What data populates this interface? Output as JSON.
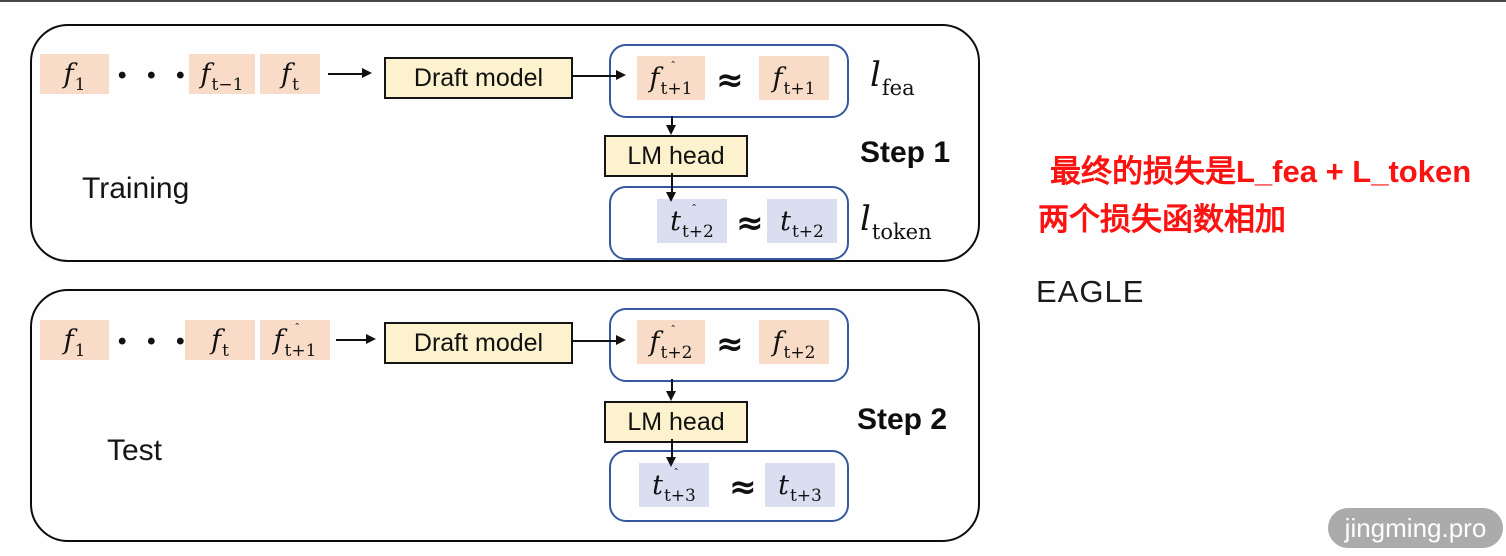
{
  "glyphs": {
    "hat": "ˆ",
    "approx": "≈",
    "dots": "• • •"
  },
  "colors": {
    "compare_box_border": "#35599e",
    "feature_chip": "#f8dcc7",
    "token_chip": "#d9dff0",
    "process_box": "#fcf2cd",
    "note_red": "#fa1310",
    "watermark_gray": "#ababab"
  },
  "training": {
    "label": "Training",
    "step": "Step 1",
    "inputs": [
      {
        "base": "f",
        "sub": "1"
      },
      {
        "base": "f",
        "sub": "t−1"
      },
      {
        "base": "f",
        "sub": "t"
      }
    ],
    "draft_model": "Draft model",
    "lm_head": "LM head",
    "feature": {
      "pred": {
        "base": "f",
        "sub": "t+1"
      },
      "target": {
        "base": "f",
        "sub": "t+1"
      }
    },
    "feature_loss": {
      "base": "l",
      "sub": "fea"
    },
    "token": {
      "pred": {
        "base": "t",
        "sub": "t+2"
      },
      "target": {
        "base": "t",
        "sub": "t+2"
      }
    },
    "token_loss": {
      "base": "l",
      "sub": "token"
    }
  },
  "test": {
    "label": "Test",
    "step": "Step 2",
    "inputs": [
      {
        "base": "f",
        "sub": "1"
      },
      {
        "base": "f",
        "sub": "t"
      },
      {
        "base": "f",
        "sub": "t+1"
      }
    ],
    "draft_model": "Draft model",
    "lm_head": "LM head",
    "feature": {
      "pred": {
        "base": "f",
        "sub": "t+2"
      },
      "target": {
        "base": "f",
        "sub": "t+2"
      }
    },
    "token": {
      "pred": {
        "base": "t",
        "sub": "t+3"
      },
      "target": {
        "base": "t",
        "sub": "t+3"
      }
    }
  },
  "notes": {
    "loss_line1": "最终的损失是L_fea + L_token",
    "loss_line2": "两个损失函数相加",
    "model_name": "EAGLE"
  },
  "watermark": {
    "label": "jingming.pro"
  }
}
